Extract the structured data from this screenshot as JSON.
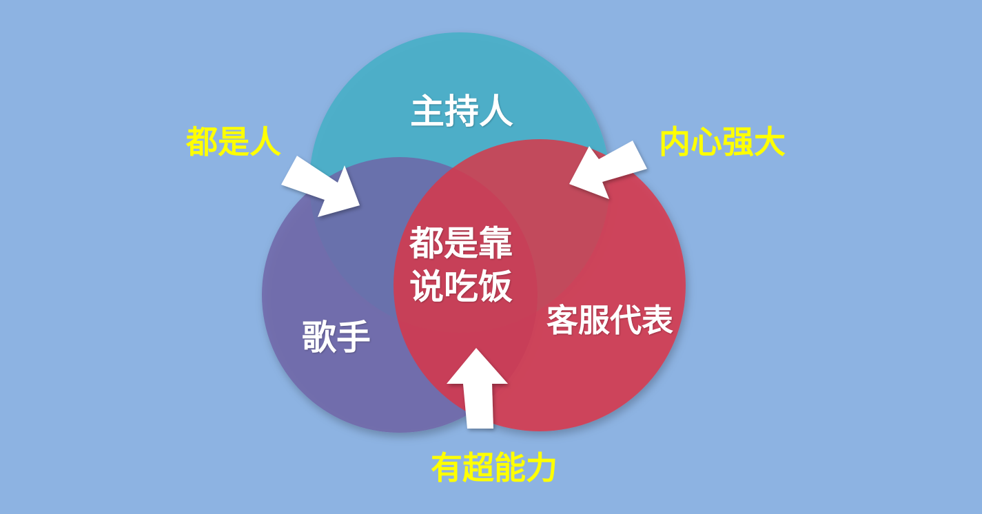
{
  "circles": [
    {
      "label": "主持人",
      "color": "#4BAFC8"
    },
    {
      "label": "歌手",
      "color": "#7066A8"
    },
    {
      "label": "客服代表",
      "color": "#DC3545"
    }
  ],
  "center_label_line1": "都是靠",
  "center_label_line2": "说吃饭",
  "callouts": [
    {
      "text": "都是人",
      "color": "#FFFF00"
    },
    {
      "text": "内心强大",
      "color": "#FFFF00"
    },
    {
      "text": "有超能力",
      "color": "#FFFF00"
    }
  ],
  "background_color": "#8DB3E2"
}
